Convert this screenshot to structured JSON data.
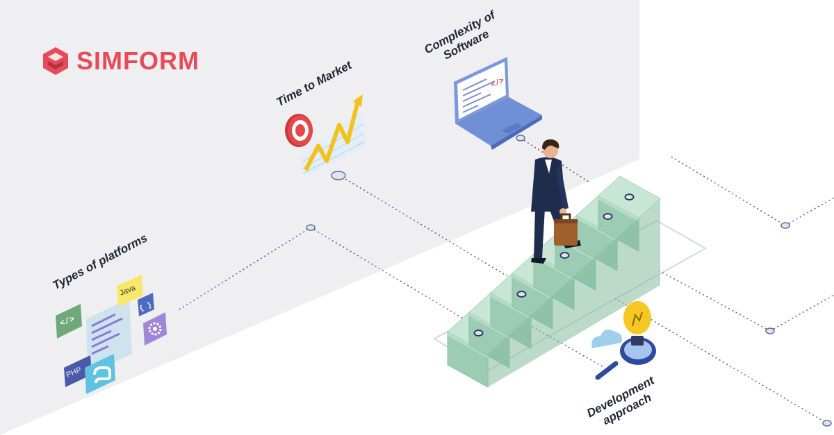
{
  "brand": {
    "name": "SIMFORM",
    "color": "#e64b5a",
    "icon": "simform-logo-icon"
  },
  "labels": {
    "time_to_market": "Time to Market",
    "complexity_line1": "Complexity of",
    "complexity_line2": "Software",
    "types_of_platforms": "Types of platforms",
    "development_line1": "Development",
    "development_line2": "approach"
  },
  "platform_icons": {
    "code_tag": "</>",
    "java": "Java",
    "braces": "{ }",
    "php": "PHP"
  },
  "laptop": {
    "code_tag": "</>"
  },
  "colors": {
    "background_panel": "#efeff2",
    "stairs_top": "#c7e6d6",
    "stairs_front": "#9ccdb4",
    "stairs_side": "#84bb9f",
    "dot": "#2b3a5c",
    "suit": "#1f2d4d",
    "chart_line": "#f2c21b",
    "target": "#e54848",
    "laptop": "#6f8fd6",
    "bulb": "#f6c623",
    "text": "#1e2533"
  }
}
